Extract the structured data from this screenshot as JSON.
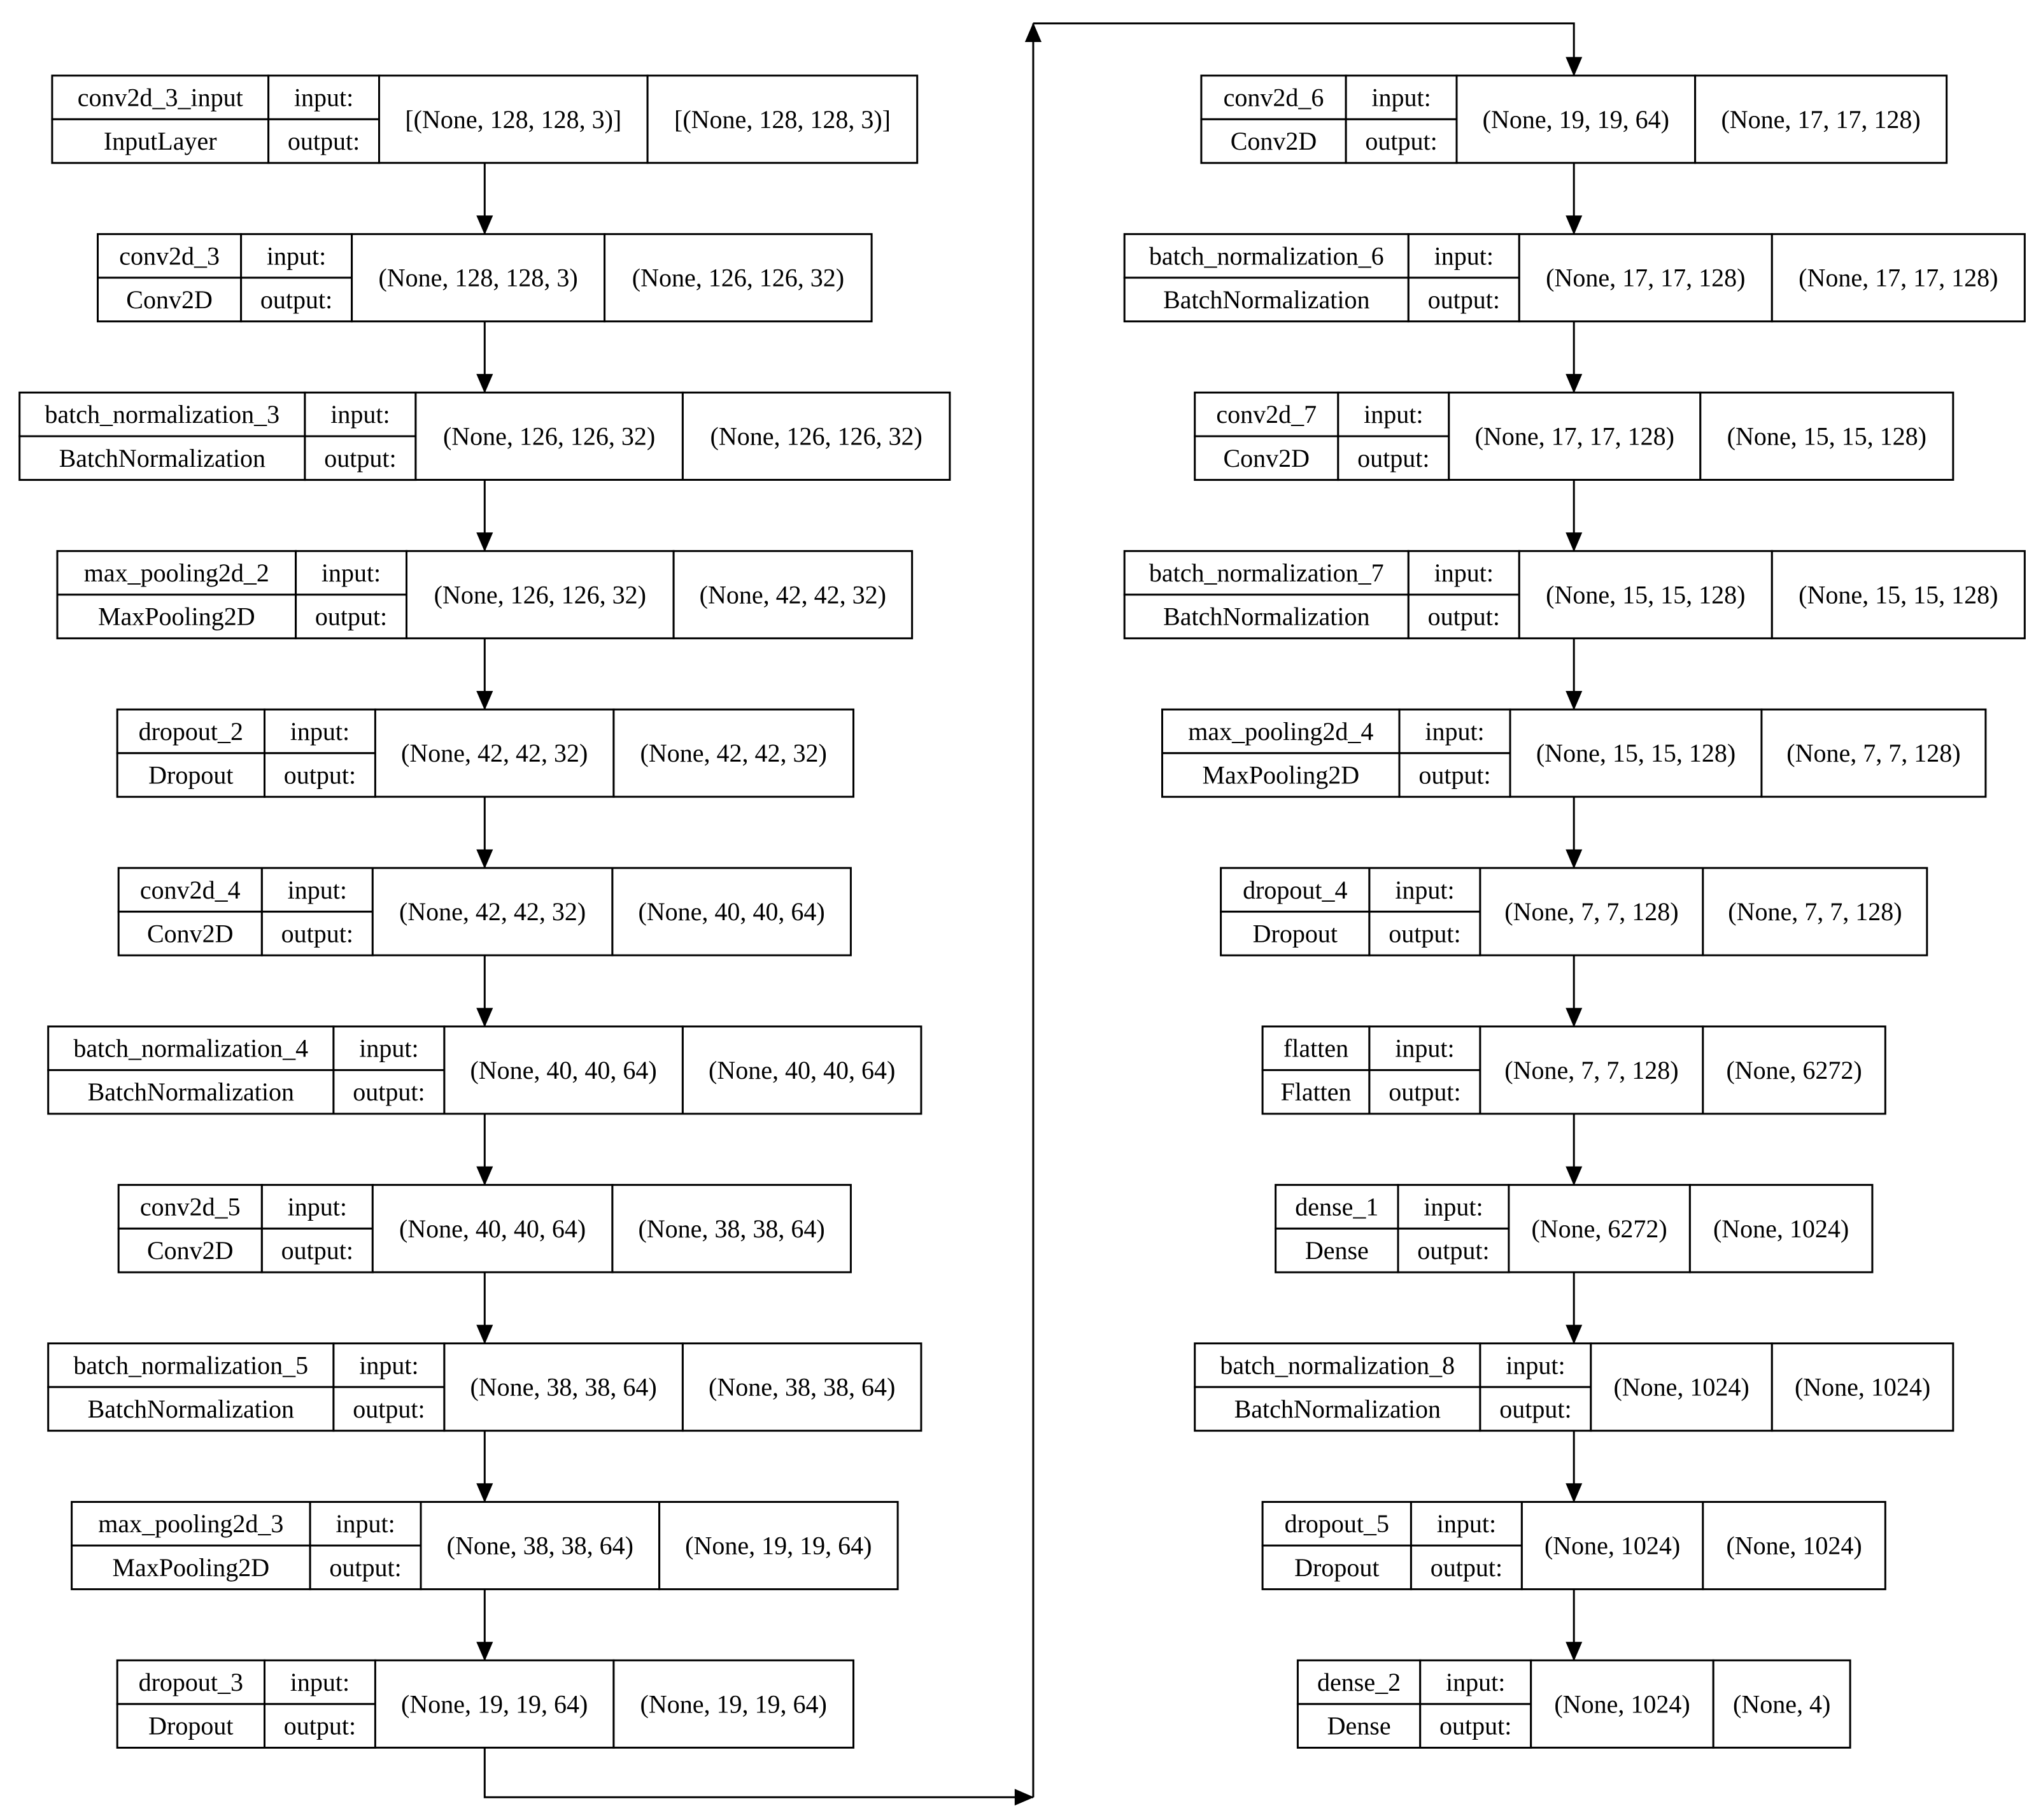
{
  "diagram": {
    "port_labels": {
      "input": "input:",
      "output": "output:"
    },
    "layers": [
      {
        "name": "conv2d_3_input",
        "type": "InputLayer",
        "input_shape": "[(None, 128, 128, 3)]",
        "output_shape": "[(None, 128, 128, 3)]"
      },
      {
        "name": "conv2d_3",
        "type": "Conv2D",
        "input_shape": "(None, 128, 128, 3)",
        "output_shape": "(None, 126, 126, 32)"
      },
      {
        "name": "batch_normalization_3",
        "type": "BatchNormalization",
        "input_shape": "(None, 126, 126, 32)",
        "output_shape": "(None, 126, 126, 32)"
      },
      {
        "name": "max_pooling2d_2",
        "type": "MaxPooling2D",
        "input_shape": "(None, 126, 126, 32)",
        "output_shape": "(None, 42, 42, 32)"
      },
      {
        "name": "dropout_2",
        "type": "Dropout",
        "input_shape": "(None, 42, 42, 32)",
        "output_shape": "(None, 42, 42, 32)"
      },
      {
        "name": "conv2d_4",
        "type": "Conv2D",
        "input_shape": "(None, 42, 42, 32)",
        "output_shape": "(None, 40, 40, 64)"
      },
      {
        "name": "batch_normalization_4",
        "type": "BatchNormalization",
        "input_shape": "(None, 40, 40, 64)",
        "output_shape": "(None, 40, 40, 64)"
      },
      {
        "name": "conv2d_5",
        "type": "Conv2D",
        "input_shape": "(None, 40, 40, 64)",
        "output_shape": "(None, 38, 38, 64)"
      },
      {
        "name": "batch_normalization_5",
        "type": "BatchNormalization",
        "input_shape": "(None, 38, 38, 64)",
        "output_shape": "(None, 38, 38, 64)"
      },
      {
        "name": "max_pooling2d_3",
        "type": "MaxPooling2D",
        "input_shape": "(None, 38, 38, 64)",
        "output_shape": "(None, 19, 19, 64)"
      },
      {
        "name": "dropout_3",
        "type": "Dropout",
        "input_shape": "(None, 19, 19, 64)",
        "output_shape": "(None, 19, 19, 64)"
      },
      {
        "name": "conv2d_6",
        "type": "Conv2D",
        "input_shape": "(None, 19, 19, 64)",
        "output_shape": "(None, 17, 17, 128)"
      },
      {
        "name": "batch_normalization_6",
        "type": "BatchNormalization",
        "input_shape": "(None, 17, 17, 128)",
        "output_shape": "(None, 17, 17, 128)"
      },
      {
        "name": "conv2d_7",
        "type": "Conv2D",
        "input_shape": "(None, 17, 17, 128)",
        "output_shape": "(None, 15, 15, 128)"
      },
      {
        "name": "batch_normalization_7",
        "type": "BatchNormalization",
        "input_shape": "(None, 15, 15, 128)",
        "output_shape": "(None, 15, 15, 128)"
      },
      {
        "name": "max_pooling2d_4",
        "type": "MaxPooling2D",
        "input_shape": "(None, 15, 15, 128)",
        "output_shape": "(None, 7, 7, 128)"
      },
      {
        "name": "dropout_4",
        "type": "Dropout",
        "input_shape": "(None, 7, 7, 128)",
        "output_shape": "(None, 7, 7, 128)"
      },
      {
        "name": "flatten",
        "type": "Flatten",
        "input_shape": "(None, 7, 7, 128)",
        "output_shape": "(None, 6272)"
      },
      {
        "name": "dense_1",
        "type": "Dense",
        "input_shape": "(None, 6272)",
        "output_shape": "(None, 1024)"
      },
      {
        "name": "batch_normalization_8",
        "type": "BatchNormalization",
        "input_shape": "(None, 1024)",
        "output_shape": "(None, 1024)"
      },
      {
        "name": "dropout_5",
        "type": "Dropout",
        "input_shape": "(None, 1024)",
        "output_shape": "(None, 1024)"
      },
      {
        "name": "dense_2",
        "type": "Dense",
        "input_shape": "(None, 1024)",
        "output_shape": "(None, 4)"
      }
    ]
  }
}
